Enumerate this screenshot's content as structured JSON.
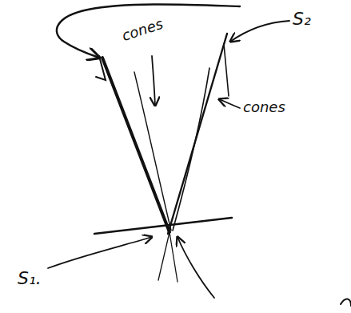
{
  "diagram": {
    "labels": [
      "cones",
      "S₂",
      "cones",
      "S₁."
    ]
  }
}
